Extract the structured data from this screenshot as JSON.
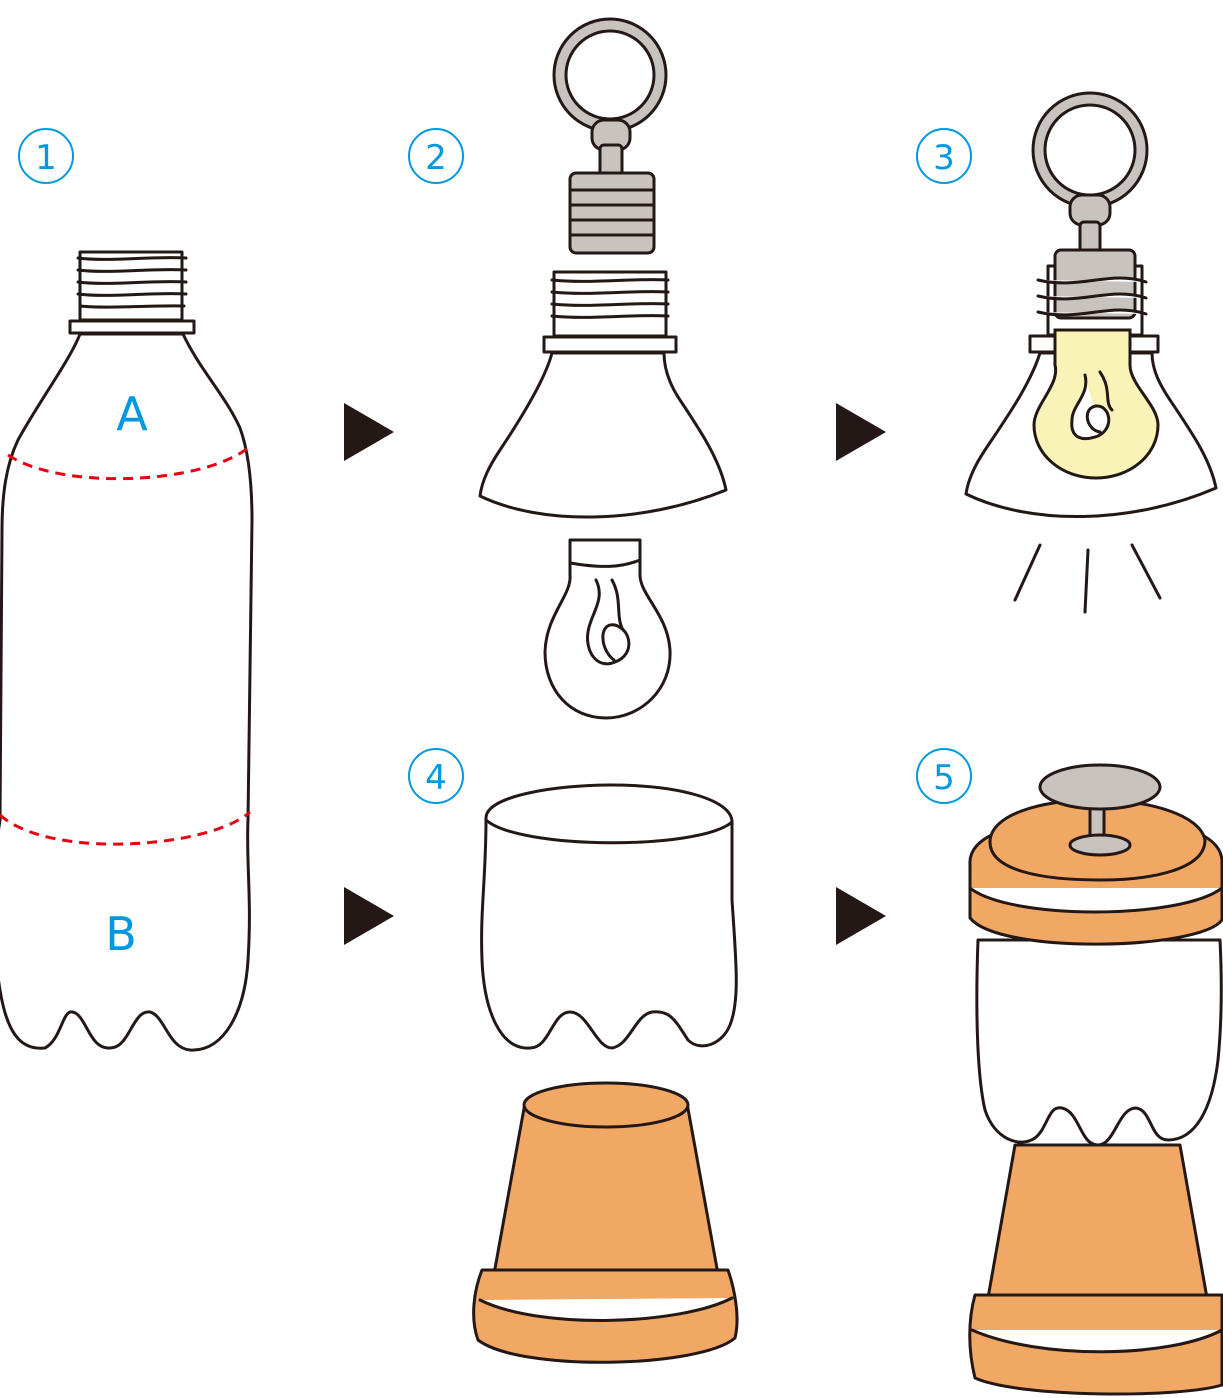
{
  "steps": [
    {
      "number": "1"
    },
    {
      "number": "2"
    },
    {
      "number": "3"
    },
    {
      "number": "4"
    },
    {
      "number": "5"
    }
  ],
  "bottle_labels": {
    "top_part": "A",
    "bottom_part": "B"
  },
  "colors": {
    "step_number": "#0099e0",
    "cut_line": "#e60012",
    "clay_pot": "#f2a865",
    "bulb_glow": "#faf3b8",
    "metal": "#c9c3bf",
    "outline": "#231815"
  },
  "icons": [
    "arrow-right-icon",
    "bottle-icon",
    "keyring-icon",
    "light-bulb-icon",
    "clay-pot-icon"
  ]
}
